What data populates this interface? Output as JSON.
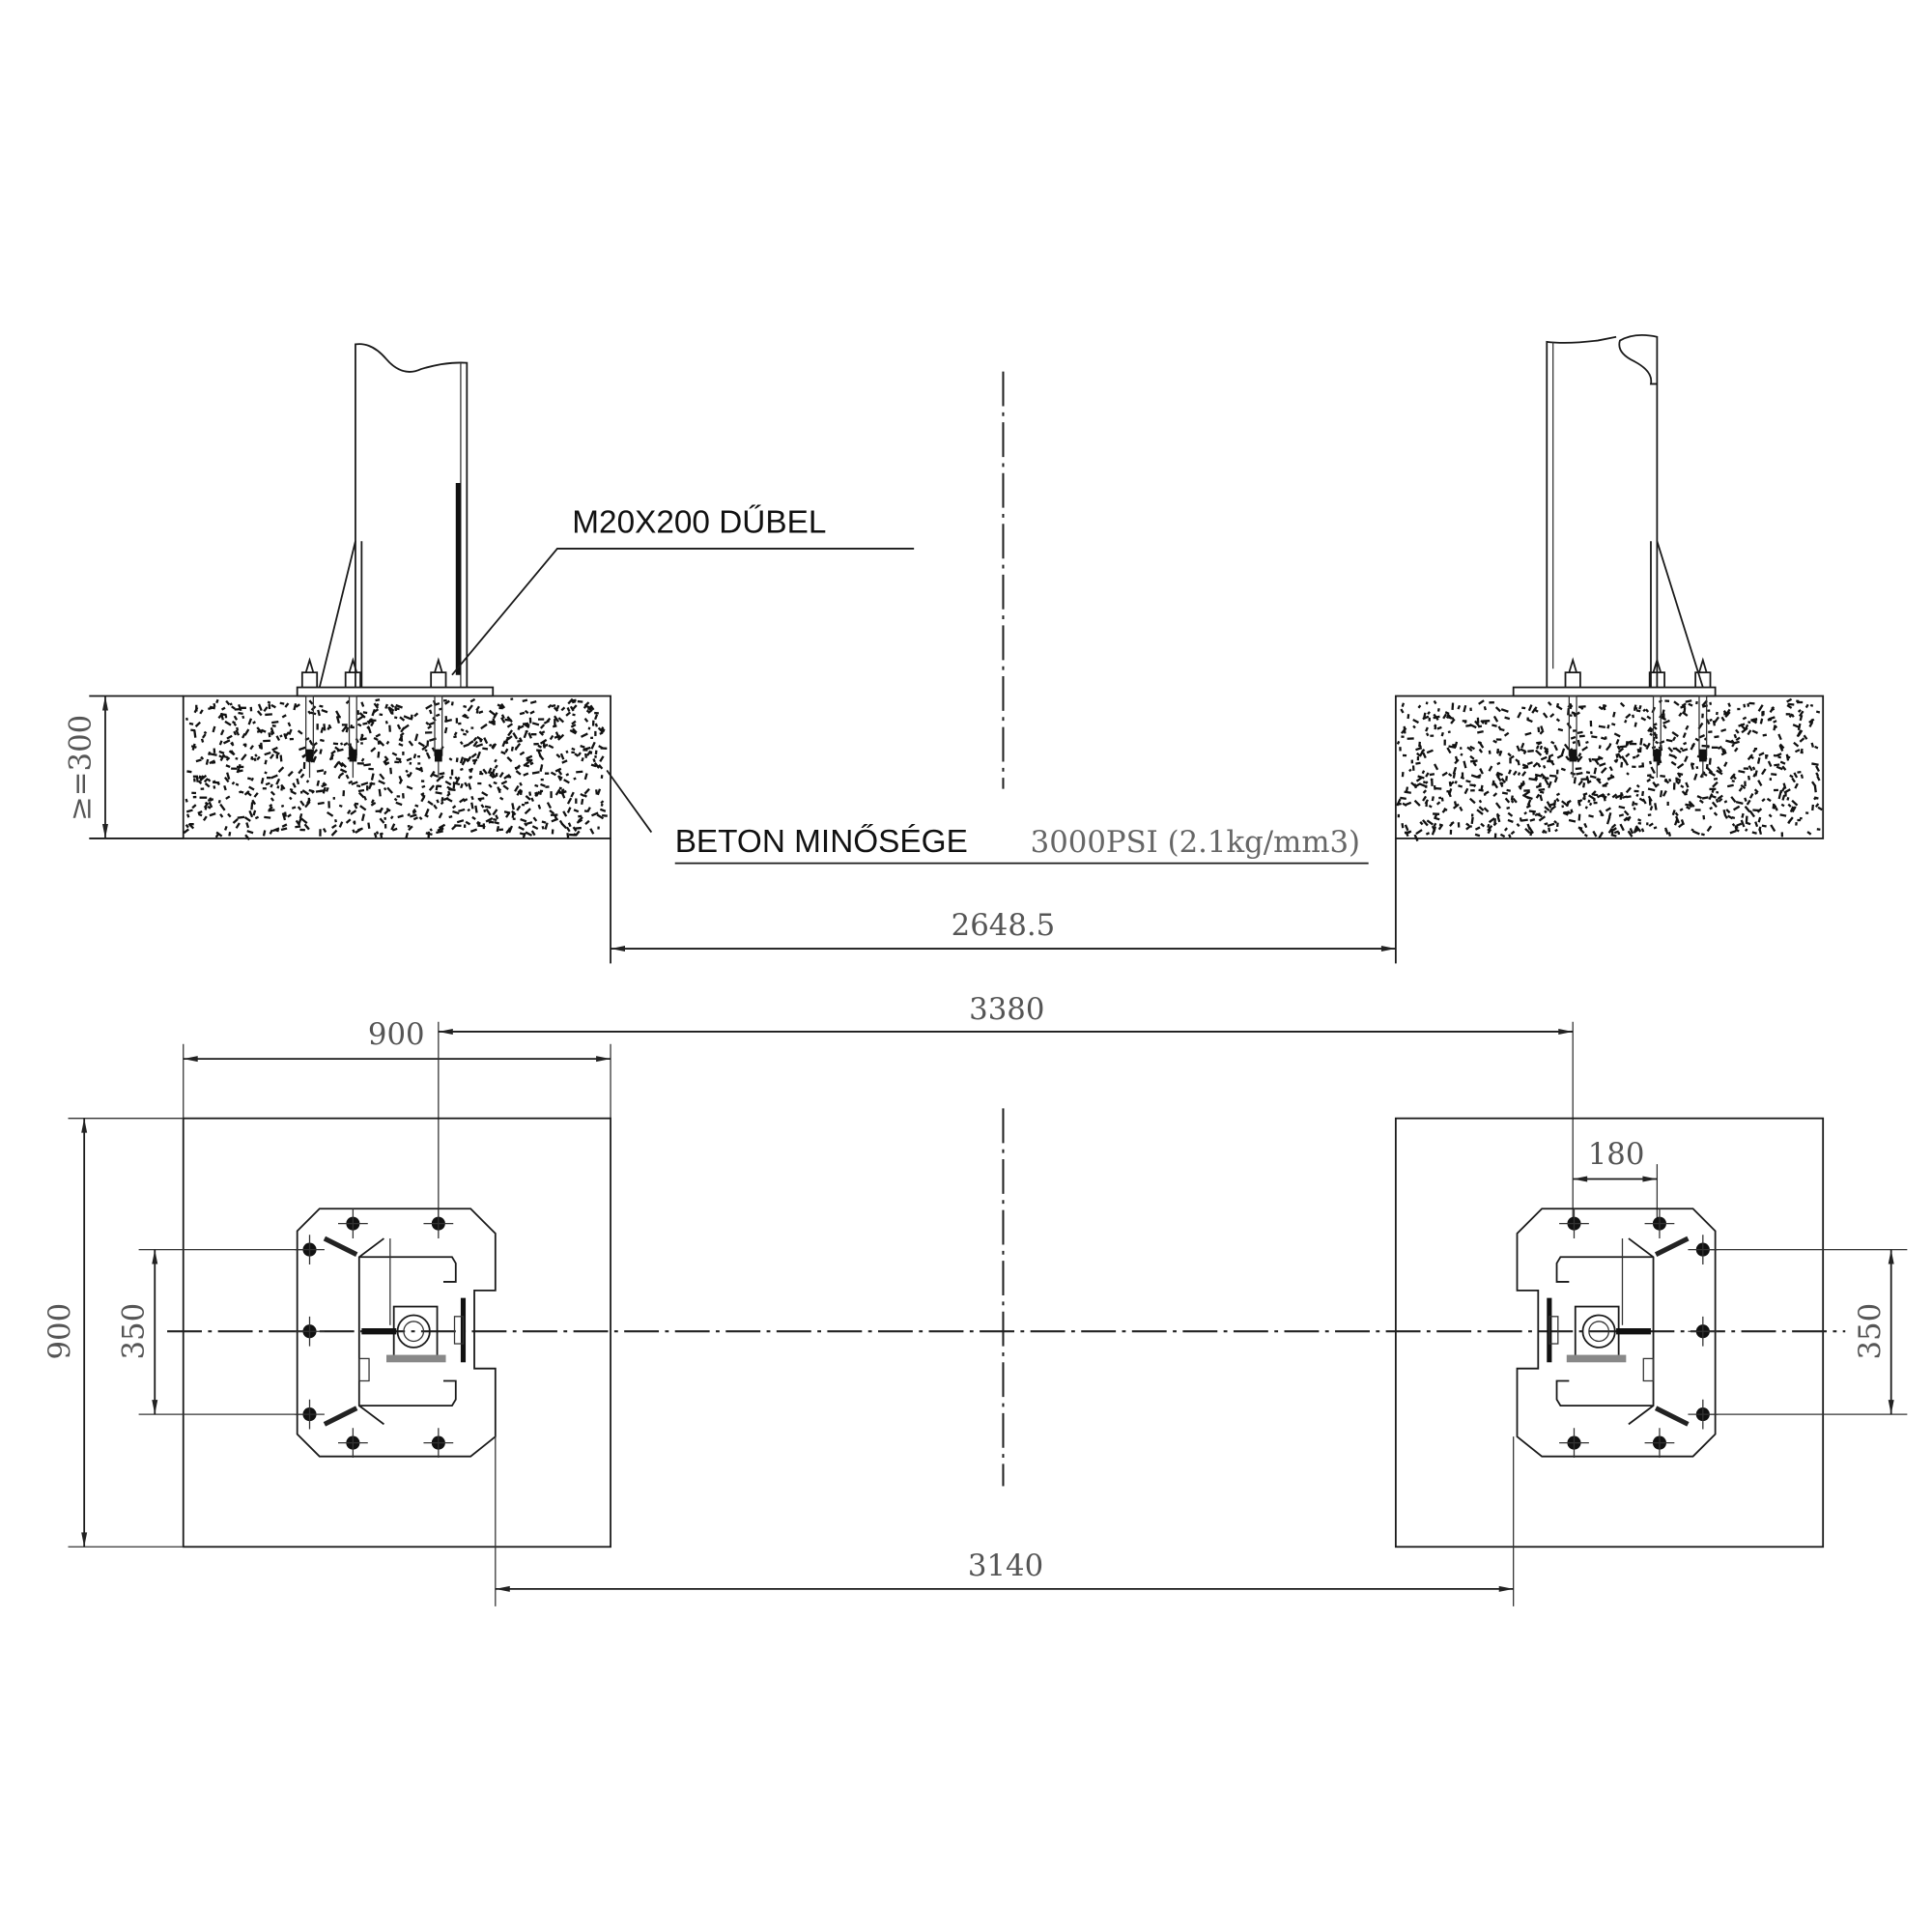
{
  "labels": {
    "anchor": "M20X200 DŰBEL",
    "concrete_label": "BETON MINŐSÉGE",
    "concrete_spec": "3000PSI (2.1kg/mm3)",
    "depth": "≥=300"
  },
  "dimensions": {
    "gap_elevation": "2648.5",
    "slab_width": "900",
    "column_spacing": "3380",
    "slab_depth": "900",
    "bolt_spacing_left": "350",
    "bolt_spacing_right": "350",
    "bolt_offset": "180",
    "plate_gap": "3140"
  },
  "colors": {
    "line": "#1a1a1a",
    "dim_text": "#555555"
  }
}
